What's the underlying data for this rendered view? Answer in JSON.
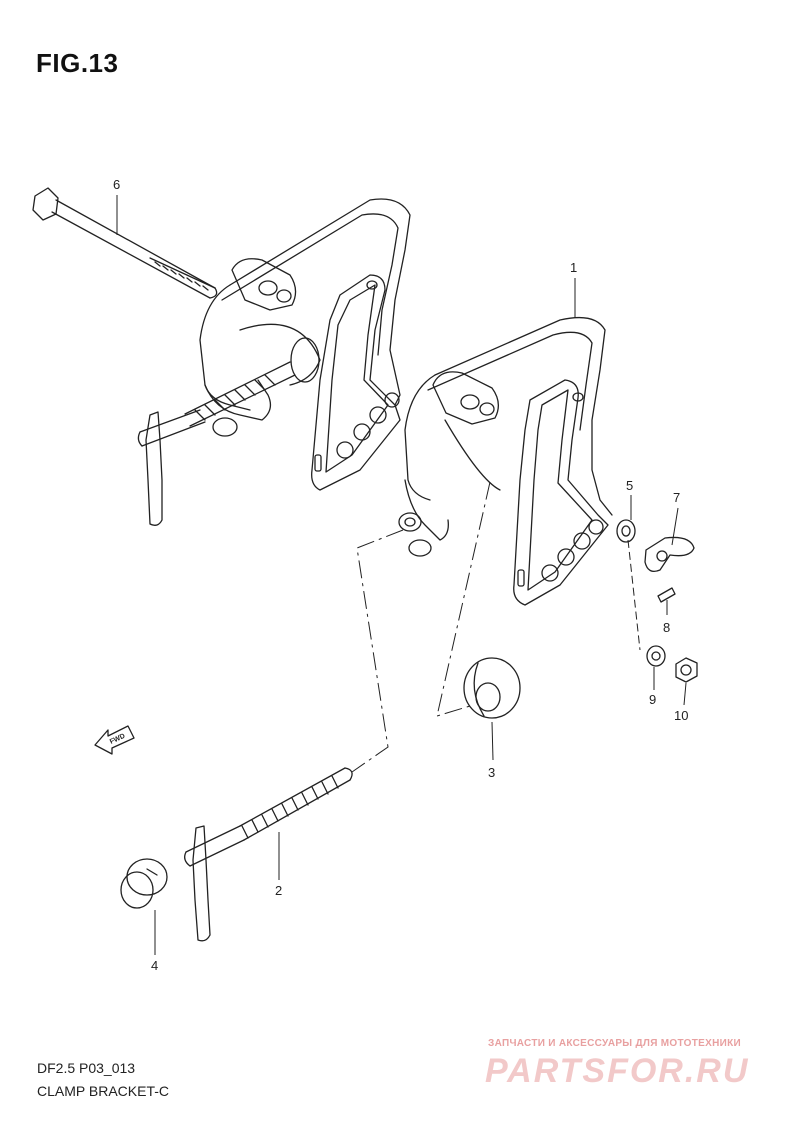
{
  "figure": {
    "title": "FIG.13",
    "model_code": "DF2.5 P03_013",
    "part_group_name": "CLAMP BRACKET-C"
  },
  "callouts": [
    {
      "number": "1"
    },
    {
      "number": "2"
    },
    {
      "number": "3"
    },
    {
      "number": "4"
    },
    {
      "number": "5"
    },
    {
      "number": "6"
    },
    {
      "number": "7"
    },
    {
      "number": "8"
    },
    {
      "number": "9"
    },
    {
      "number": "10"
    }
  ],
  "direction_arrow": {
    "label": "FWD"
  },
  "watermark": {
    "subtitle": "ЗАПЧАСТИ И АКСЕССУАРЫ ДЛЯ МОТОТЕХНИКИ",
    "brand": "PARTSFOR.RU"
  },
  "colors": {
    "line": "#222222",
    "watermark": "#f2c9c9"
  }
}
